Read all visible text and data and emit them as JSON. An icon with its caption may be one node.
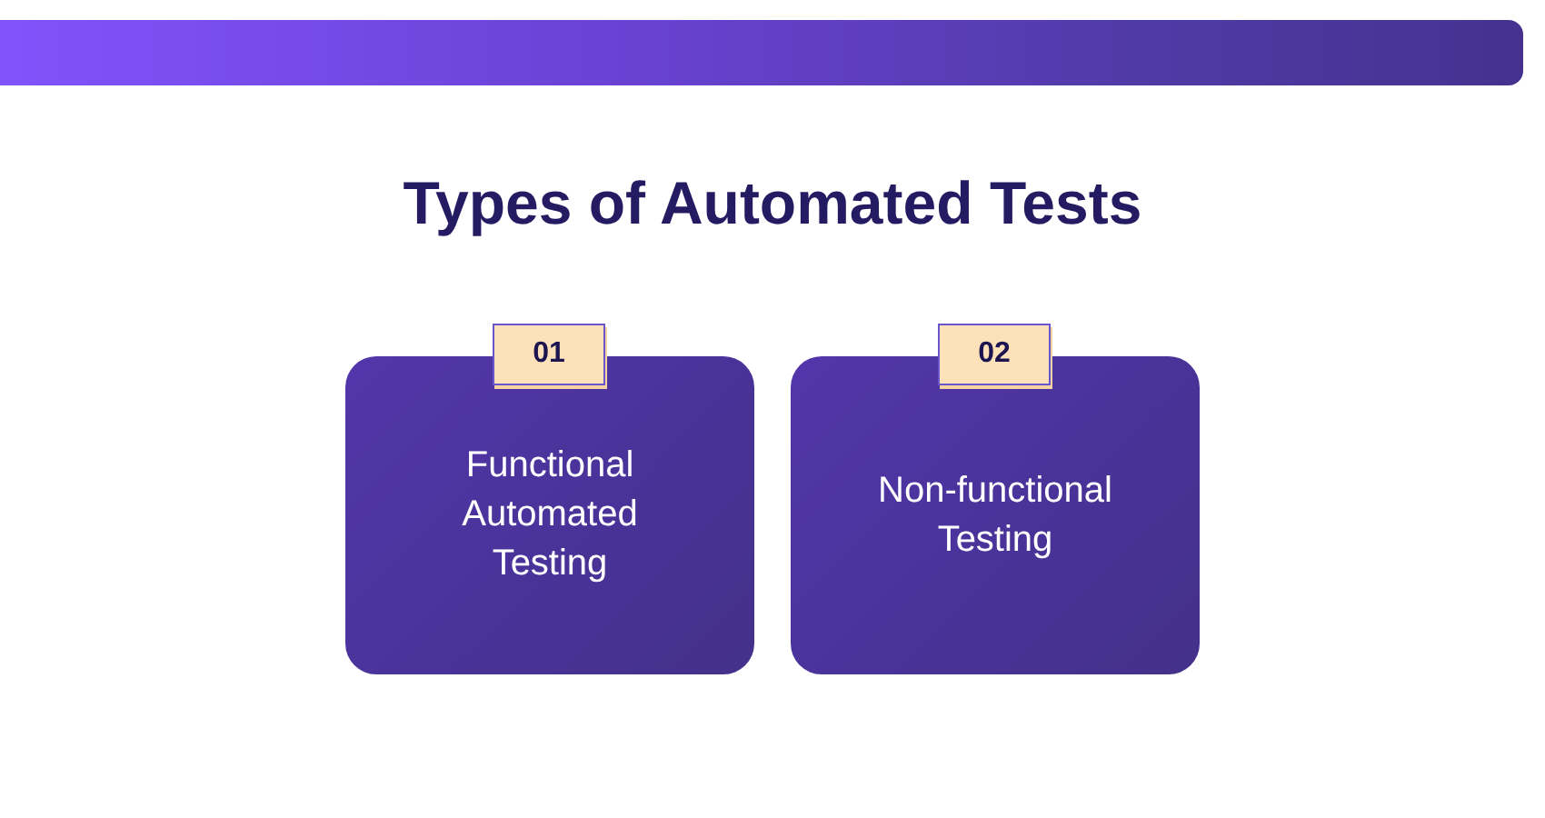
{
  "diagram": {
    "title": "Types of Automated Tests",
    "nodes": [
      {
        "text": [
          "01"
        ]
      },
      {
        "text": [
          "Functional Automated Testing"
        ]
      },
      {
        "text": [
          "02"
        ]
      },
      {
        "text": [
          "Non-functional Testing"
        ]
      }
    ]
  }
}
